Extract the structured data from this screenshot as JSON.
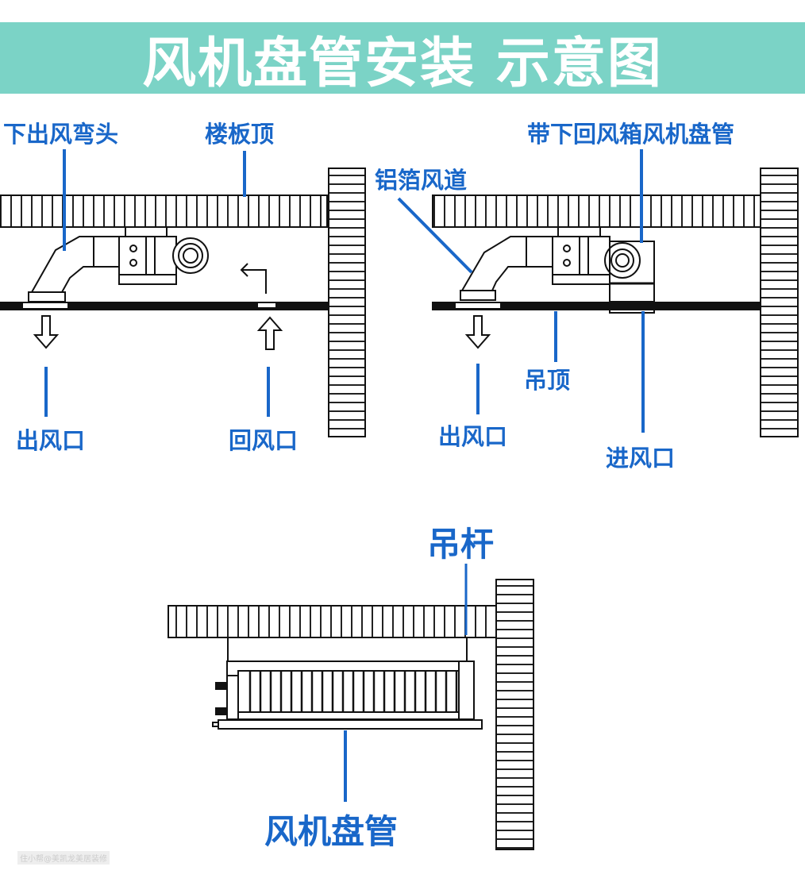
{
  "title": "风机盘管安装 示意图",
  "panel1": {
    "label_elbow": "下出风弯头",
    "label_slab": "楼板顶",
    "label_outlet": "出风口",
    "label_return": "回风口"
  },
  "panel2": {
    "label_duct": "铝箔风道",
    "label_unit": "带下回风箱风机盘管",
    "label_ceiling": "吊顶",
    "label_outlet": "出风口",
    "label_inlet": "进风口"
  },
  "panel3": {
    "label_rod": "吊杆",
    "label_unit": "风机盘管"
  },
  "watermark": "住小帮@美凯龙美居装修",
  "colors": {
    "banner": "#7bd3c6",
    "accent": "#1967c9"
  }
}
